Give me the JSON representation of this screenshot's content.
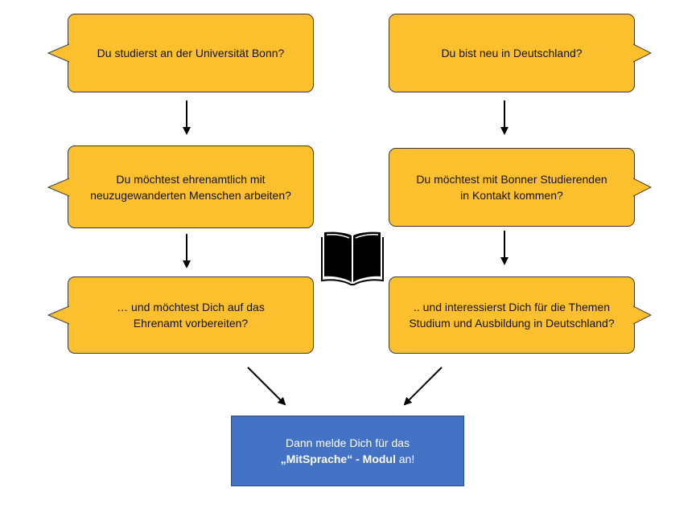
{
  "left_column": [
    {
      "lines": [
        "Du studierst an der Universität Bonn?"
      ]
    },
    {
      "lines": [
        "Du möchtest ehrenamtlich mit",
        "neuzugewanderten Menschen arbeiten?"
      ]
    },
    {
      "lines": [
        "… und möchtest Dich auf das",
        "Ehrenamt vorbereiten?"
      ]
    }
  ],
  "right_column": [
    {
      "lines": [
        "Du bist neu in Deutschland?"
      ]
    },
    {
      "lines": [
        "Du möchtest mit Bonner Studierenden",
        "in Kontakt kommen?"
      ]
    },
    {
      "lines": [
        ".. und interessierst Dich für die Themen",
        "Studium und Ausbildung in Deutschland?"
      ]
    }
  ],
  "final_box": {
    "line1": "Dann melde Dich für das",
    "line2_bold": "„MitSprache“ - Modul",
    "line2_rest": " an!"
  },
  "colors": {
    "bubble_fill": "#FCC02E",
    "final_fill": "#4472C4",
    "arrow": "#000000"
  },
  "icons": [
    "open-book-icon"
  ]
}
